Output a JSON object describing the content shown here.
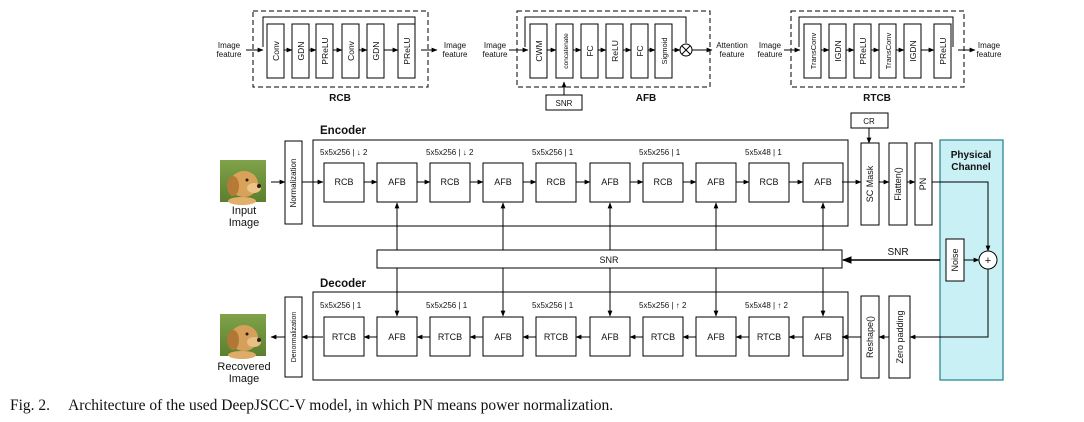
{
  "top_blocks": {
    "rcb": {
      "title": "RCB",
      "input_label": [
        "Image",
        "feature"
      ],
      "output_label": [
        "Image",
        "feature"
      ],
      "layers": [
        "Conv",
        "GDN",
        "PReLU",
        "Conv",
        "GDN",
        "PReLU"
      ]
    },
    "afb": {
      "title": "AFB",
      "input_label": [
        "Image",
        "feature"
      ],
      "output_label": [
        "Attention",
        "feature"
      ],
      "snr_label": "SNR",
      "layers": [
        "CWM",
        "concatenate",
        "FC",
        "ReLU",
        "FC",
        "Sigmoid"
      ]
    },
    "rtcb": {
      "title": "RTCB",
      "input_label": [
        "Image",
        "feature"
      ],
      "output_label": [
        "Image",
        "feature"
      ],
      "layers": [
        "TransConv",
        "IGDN",
        "PReLU",
        "TransConv",
        "IGDN",
        "PReLU"
      ]
    }
  },
  "encoder": {
    "title": "Encoder",
    "normalization": "Normalization",
    "input_caption": [
      "Input",
      "Image"
    ],
    "blocks": [
      "RCB",
      "AFB",
      "RCB",
      "AFB",
      "RCB",
      "AFB",
      "RCB",
      "AFB",
      "RCB",
      "AFB"
    ],
    "dims": [
      "5x5x256 | ↓ 2",
      "5x5x256 | ↓ 2",
      "5x5x256 | 1",
      "5x5x256 | 1",
      "5x5x48 | 1"
    ],
    "sc_mask": "SC Mask",
    "cr": "CR",
    "flatten": "Flatten()",
    "pn": "PN"
  },
  "snr_bar": "SNR",
  "snr_side": "SNR",
  "channel": {
    "title": [
      "Physical",
      "Channel"
    ],
    "noise": "Noise",
    "plus": "+"
  },
  "decoder": {
    "title": "Decoder",
    "denormalization": "Denormalization",
    "output_caption": [
      "Recovered",
      "Image"
    ],
    "blocks": [
      "RTCB",
      "AFB",
      "RTCB",
      "AFB",
      "RTCB",
      "AFB",
      "RTCB",
      "AFB",
      "RTCB",
      "AFB"
    ],
    "dims": [
      "5x5x256 | 1",
      "5x5x256 | 1",
      "5x5x256 | 1",
      "5x5x256 | ↑ 2",
      "5x5x48 | ↑ 2"
    ],
    "reshape": "Reshape()",
    "zero_padding": "Zero padding"
  },
  "caption": {
    "label": "Fig. 2.",
    "text": "Architecture of the used DeepJSCC-V model, in which PN means power normalization."
  },
  "colors": {
    "channel_fill": "#c9f1f5",
    "channel_stroke": "#1f7f88"
  }
}
